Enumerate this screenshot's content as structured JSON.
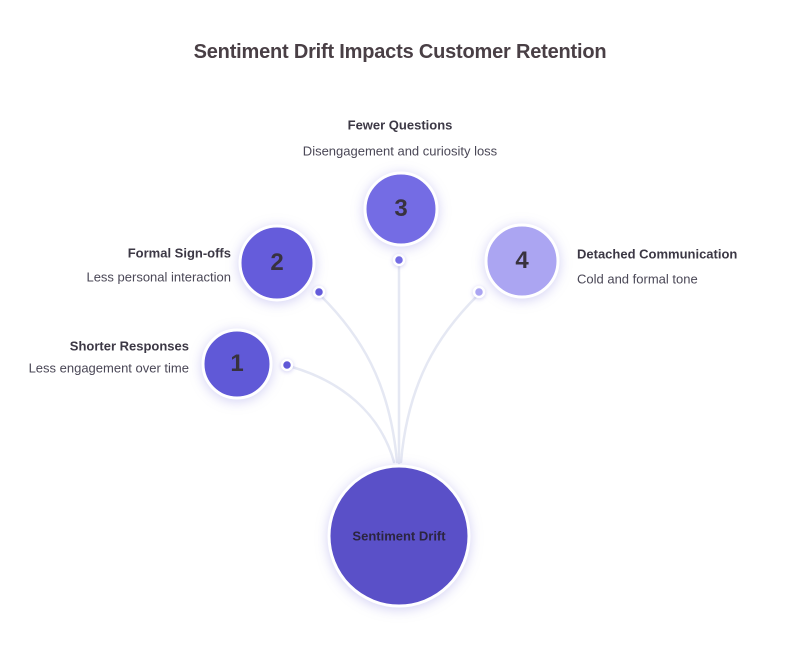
{
  "title": "Sentiment Drift Impacts Customer Retention",
  "center_node": {
    "label": "Sentiment Drift"
  },
  "nodes": [
    {
      "number": "1",
      "label": "Shorter Responses",
      "description": "Less engagement over time"
    },
    {
      "number": "2",
      "label": "Formal Sign-offs",
      "description": "Less personal interaction"
    },
    {
      "number": "3",
      "label": "Fewer Questions",
      "description": "Disengagement and curiosity loss"
    },
    {
      "number": "4",
      "label": "Detached Communication",
      "description": "Cold and formal tone"
    }
  ],
  "palette": {
    "node1": "#6059D7",
    "node2": "#655CDB",
    "node3": "#746CE4",
    "node4": "#ABA5F2",
    "center": "#5A50C8",
    "connector": "#E5E8F3",
    "title_text": "#493F45",
    "label_text": "#3C3845",
    "description_text": "#4A4756",
    "number_text": "#38323E",
    "center_label_text": "#2B2540"
  }
}
